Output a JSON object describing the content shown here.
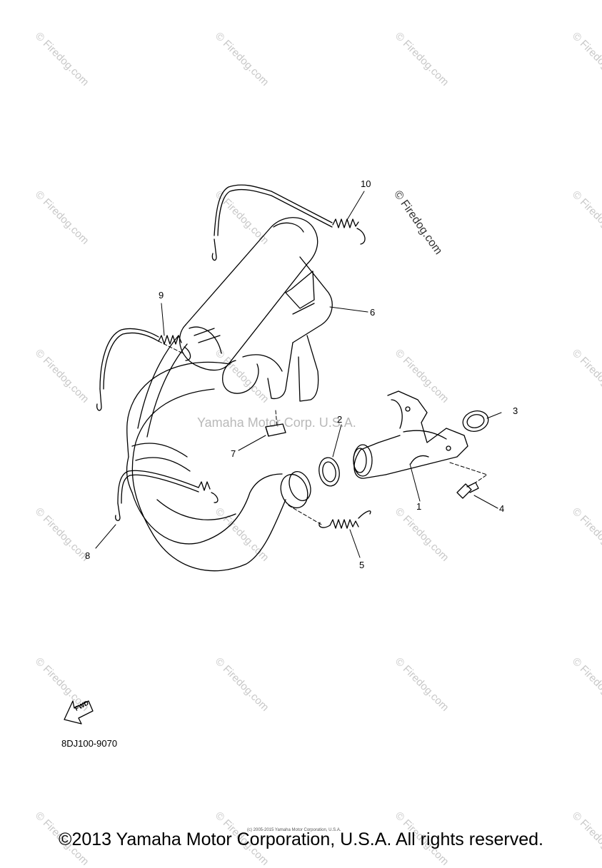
{
  "watermark": {
    "text": "© Firedog.com",
    "prominent_text": "© Firedog.com",
    "center_text": "Yamaha Motor Corp. U.S.A."
  },
  "callouts": [
    {
      "id": "1",
      "label": "1"
    },
    {
      "id": "2",
      "label": "2"
    },
    {
      "id": "3",
      "label": "3"
    },
    {
      "id": "4",
      "label": "4"
    },
    {
      "id": "5",
      "label": "5"
    },
    {
      "id": "6",
      "label": "6"
    },
    {
      "id": "7",
      "label": "7"
    },
    {
      "id": "8",
      "label": "8"
    },
    {
      "id": "9",
      "label": "9"
    },
    {
      "id": "10",
      "label": "10"
    }
  ],
  "fwd_label": "FWD",
  "diagram_code": "8DJ100-9070",
  "tiny_notice": "(c) 2005-2015 Yamaha Motor Corporation, U.S.A.",
  "copyright": "©2013 Yamaha Motor Corporation, U.S.A. All rights reserved.",
  "colors": {
    "line": "#000000",
    "watermark": "#c8c8c8"
  }
}
